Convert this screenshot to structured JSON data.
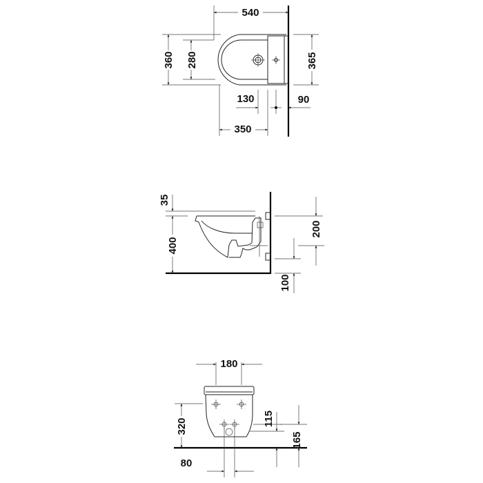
{
  "top_view": {
    "width_540": "540",
    "depth_360": "360",
    "inner_280": "280",
    "wall_365": "365",
    "drain_130": "130",
    "hole_90": "90",
    "drain_350": "350"
  },
  "side_view": {
    "rim_35": "35",
    "height_400": "400",
    "supply_200": "200",
    "fixing_100": "100"
  },
  "front_view": {
    "fixing_180": "180",
    "height_320": "320",
    "supply_115": "115",
    "fixing_165": "165",
    "drain_80": "80"
  },
  "colors": {
    "line": "#222222",
    "background": "#ffffff"
  }
}
